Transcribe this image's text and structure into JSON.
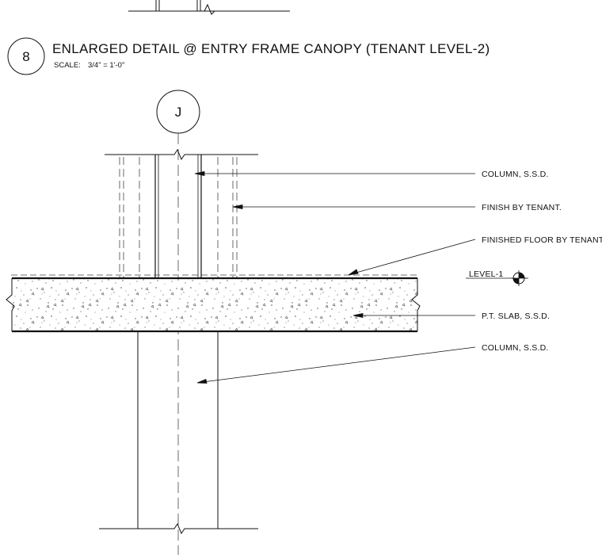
{
  "detail": {
    "number": "8",
    "title": "ENLARGED DETAIL @ ENTRY FRAME CANOPY (TENANT LEVEL-2)",
    "scale_label": "SCALE:",
    "scale_value": "3/4\" = 1'-0\""
  },
  "grid_bubble": {
    "label": "J"
  },
  "level_marker": {
    "label": "LEVEL-1"
  },
  "callouts": {
    "column_upper": "COLUMN, S.S.D.",
    "finish": "FINISH BY TENANT.",
    "finished_floor": "FINISHED FLOOR BY TENANT.",
    "slab": "P.T. SLAB, S.S.D.",
    "column_lower": "COLUMN, S.S.D."
  },
  "colors": {
    "ink": "#111111",
    "dash": "#444444"
  }
}
